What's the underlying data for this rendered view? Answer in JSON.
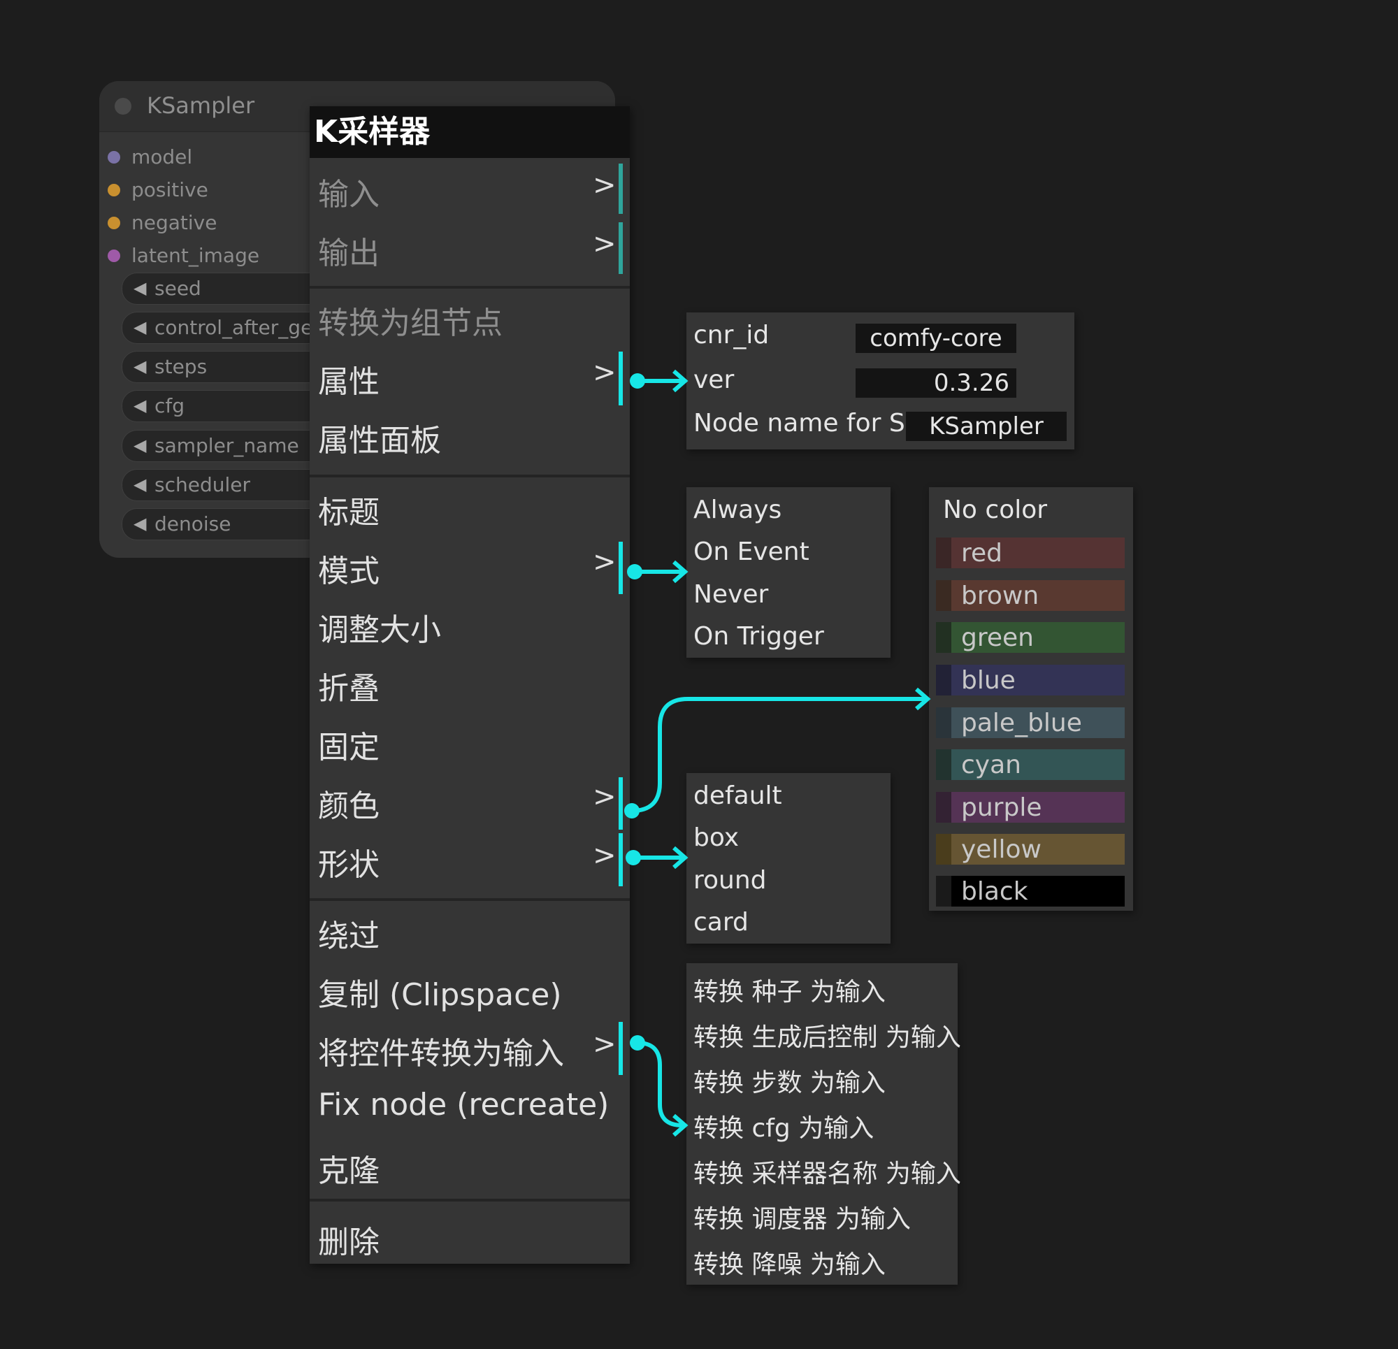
{
  "node": {
    "title": "KSampler",
    "inputs": [
      {
        "label": "model",
        "color": "#7a72a6"
      },
      {
        "label": "positive",
        "color": "#c9902f"
      },
      {
        "label": "negative",
        "color": "#c9902f"
      },
      {
        "label": "latent_image",
        "color": "#9f5aa8"
      }
    ],
    "widgets": [
      "seed",
      "control_after_generate",
      "steps",
      "cfg",
      "sampler_name",
      "scheduler",
      "denoise"
    ]
  },
  "menu": {
    "title": "K采样器",
    "items": [
      {
        "label": "输入",
        "arrow": ">",
        "disabled": true
      },
      {
        "label": "输出",
        "arrow": ">",
        "disabled": true
      },
      {
        "label": "转换为组节点",
        "disabled": true
      },
      {
        "label": "属性",
        "arrow": ">"
      },
      {
        "label": "属性面板"
      },
      {
        "label": "标题"
      },
      {
        "label": "模式",
        "arrow": ">"
      },
      {
        "label": "调整大小"
      },
      {
        "label": "折叠"
      },
      {
        "label": "固定"
      },
      {
        "label": "颜色",
        "arrow": ">"
      },
      {
        "label": "形状",
        "arrow": ">"
      },
      {
        "label": "绕过"
      },
      {
        "label": "复制 (Clipspace)"
      },
      {
        "label": "将控件转换为输入",
        "arrow": ">"
      },
      {
        "label": "Fix node (recreate)"
      },
      {
        "label": "克隆"
      },
      {
        "label": "删除"
      }
    ]
  },
  "properties": {
    "rows": [
      {
        "label": "cnr_id",
        "value": "comfy-core"
      },
      {
        "label": "ver",
        "value": "0.3.26"
      },
      {
        "label": "Node name for S&R",
        "value": "KSampler"
      }
    ]
  },
  "mode_options": [
    "Always",
    "On Event",
    "Never",
    "On Trigger"
  ],
  "shape_options": [
    "default",
    "box",
    "round",
    "card"
  ],
  "colors": {
    "no_color": "No color",
    "options": [
      {
        "name": "red",
        "stripe": "#3a2626",
        "bg": "#553333"
      },
      {
        "name": "brown",
        "stripe": "#3a2a22",
        "bg": "#593930"
      },
      {
        "name": "green",
        "stripe": "#223022",
        "bg": "#335533"
      },
      {
        "name": "blue",
        "stripe": "#222236",
        "bg": "#333355"
      },
      {
        "name": "pale_blue",
        "stripe": "#2a343a",
        "bg": "#3f5159"
      },
      {
        "name": "cyan",
        "stripe": "#22332f",
        "bg": "#335555"
      },
      {
        "name": "purple",
        "stripe": "#332233",
        "bg": "#553355"
      },
      {
        "name": "yellow",
        "stripe": "#4a3d1c",
        "bg": "#665533"
      },
      {
        "name": "black",
        "stripe": "#1a1a1a",
        "bg": "#000000"
      }
    ]
  },
  "convert_options": [
    "转换 种子 为输入",
    "转换 生成后控制 为输入",
    "转换 步数 为输入",
    "转换 cfg 为输入",
    "转换 采样器名称 为输入",
    "转换 调度器 为输入",
    "转换 降噪 为输入"
  ],
  "accent_color": "#17e6e6"
}
